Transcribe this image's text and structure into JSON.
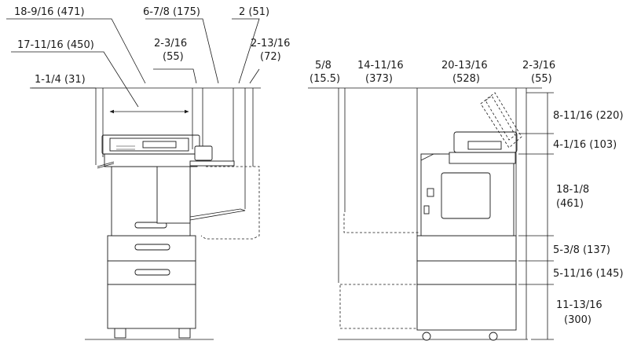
{
  "front_view": {
    "dimensions": [
      {
        "id": "overall-width",
        "text": "18-9/16 (471)"
      },
      {
        "id": "adf-width",
        "text": "17-11/16 (450)"
      },
      {
        "id": "left-margin",
        "text": "1-1/4 (31)"
      },
      {
        "id": "right-extension",
        "text": "6-7/8 (175)"
      },
      {
        "id": "panel-offset",
        "line1": "2-3/16",
        "line2": "(55)"
      },
      {
        "id": "tray-offset",
        "text": "2 (51)"
      },
      {
        "id": "output-offset",
        "line1": "2-13/16",
        "line2": "(72)"
      }
    ]
  },
  "side_view": {
    "horizontal_dimensions": [
      {
        "id": "front-gap",
        "line1": "5/8",
        "line2": "(15.5)"
      },
      {
        "id": "drawer-extension",
        "line1": "14-11/16",
        "line2": "(373)"
      },
      {
        "id": "body-depth",
        "line1": "20-13/16",
        "line2": "(528)"
      },
      {
        "id": "rear-offset",
        "line1": "2-3/16",
        "line2": "(55)"
      }
    ],
    "vertical_dimensions": [
      {
        "id": "adf-open-height",
        "text": "8-11/16 (220)"
      },
      {
        "id": "adf-height",
        "text": "4-1/16 (103)"
      },
      {
        "id": "main-body-height",
        "line1": "18-1/8",
        "line2": "(461)"
      },
      {
        "id": "tray-unit-height",
        "text": "5-3/8 (137)"
      },
      {
        "id": "cassette-height",
        "text": "5-11/16 (145)"
      },
      {
        "id": "cabinet-height",
        "line1": "11-13/16",
        "line2": "(300)"
      }
    ]
  }
}
